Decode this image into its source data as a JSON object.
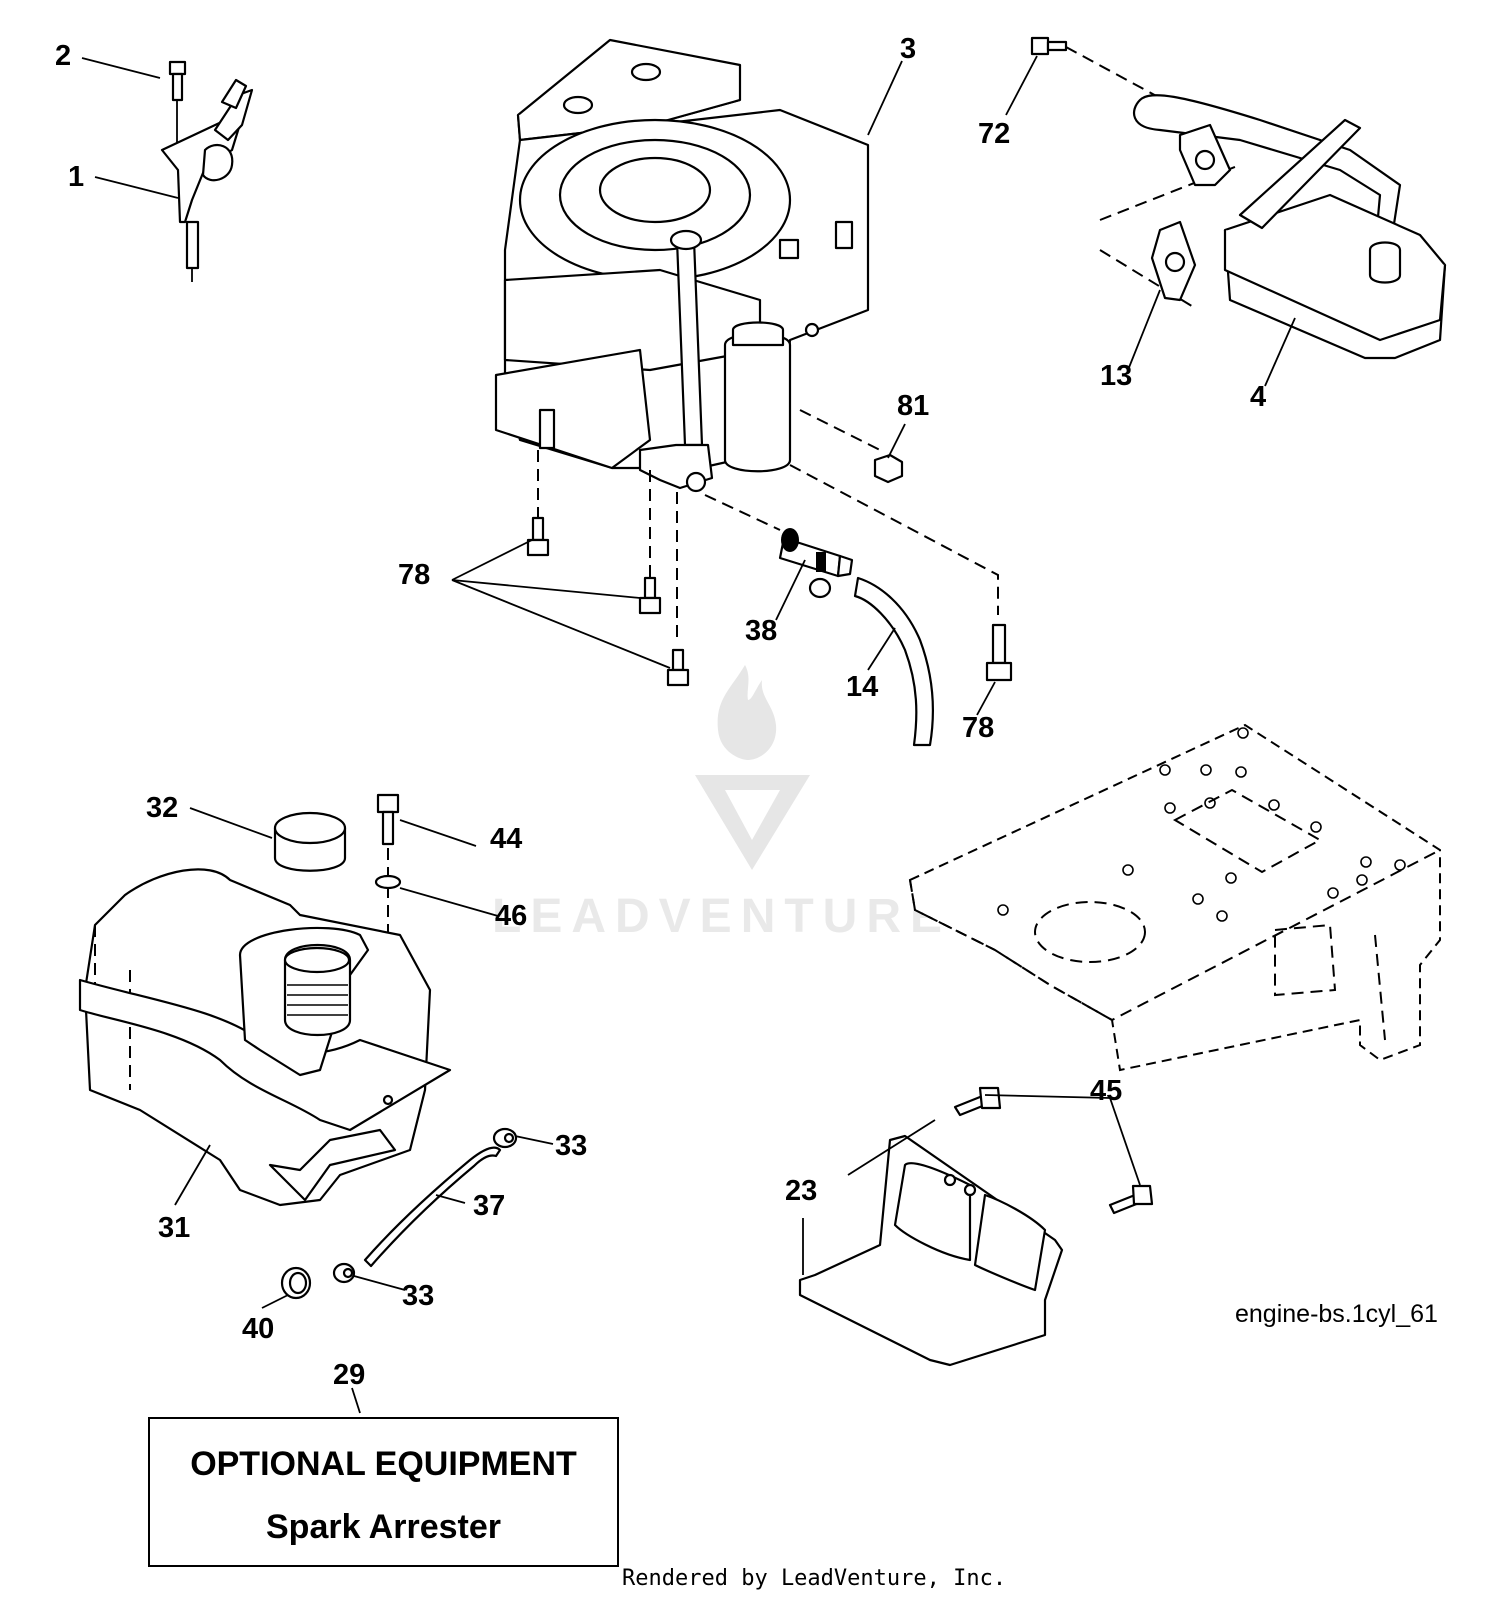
{
  "callouts": [
    {
      "id": "c1",
      "text": "1"
    },
    {
      "id": "c2",
      "text": "2"
    },
    {
      "id": "c3",
      "text": "3"
    },
    {
      "id": "c4",
      "text": "4"
    },
    {
      "id": "c13",
      "text": "13"
    },
    {
      "id": "c72",
      "text": "72"
    },
    {
      "id": "c81",
      "text": "81"
    },
    {
      "id": "c78a",
      "text": "78"
    },
    {
      "id": "c78b",
      "text": "78"
    },
    {
      "id": "c38",
      "text": "38"
    },
    {
      "id": "c14",
      "text": "14"
    },
    {
      "id": "c32",
      "text": "32"
    },
    {
      "id": "c44",
      "text": "44"
    },
    {
      "id": "c46",
      "text": "46"
    },
    {
      "id": "c31",
      "text": "31"
    },
    {
      "id": "c33a",
      "text": "33"
    },
    {
      "id": "c33b",
      "text": "33"
    },
    {
      "id": "c37",
      "text": "37"
    },
    {
      "id": "c40",
      "text": "40"
    },
    {
      "id": "c29",
      "text": "29"
    },
    {
      "id": "c45",
      "text": "45"
    },
    {
      "id": "c23",
      "text": "23"
    }
  ],
  "optional_box": {
    "line1": "OPTIONAL EQUIPMENT",
    "line2": "Spark Arrester"
  },
  "diagram_ref": "engine-bs.1cyl_61",
  "footer": "Rendered by LeadVenture, Inc.",
  "watermark": "LEADVENTURE"
}
